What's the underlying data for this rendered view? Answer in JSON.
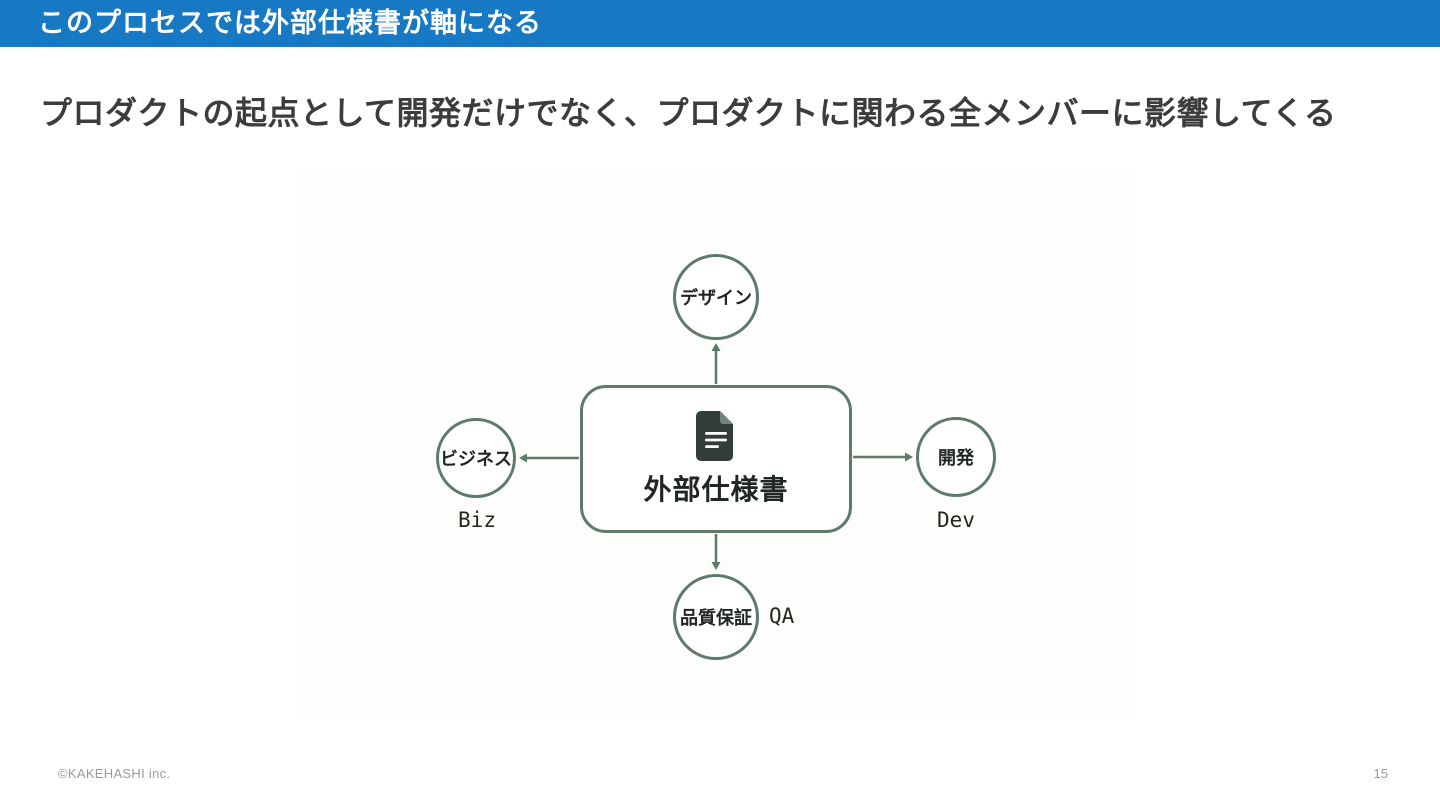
{
  "header": {
    "title": "このプロセスでは外部仕様書が軸になる"
  },
  "subtitle": "プロダクトの起点として開発だけでなく、プロダクトに関わる全メンバーに影響してくる",
  "diagram": {
    "center": {
      "label": "外部仕様書",
      "icon": "document-icon"
    },
    "nodes": [
      {
        "id": "design",
        "label": "デザイン",
        "sublabel": "",
        "position": "top"
      },
      {
        "id": "business",
        "label": "ビジネス",
        "sublabel": "Biz",
        "position": "left"
      },
      {
        "id": "dev",
        "label": "開発",
        "sublabel": "Dev",
        "position": "right"
      },
      {
        "id": "qa",
        "label": "品質保証",
        "sublabel": "QA",
        "position": "bottom"
      }
    ],
    "colors": {
      "node_stroke": "#5d7a6a",
      "node_text": "#202623"
    }
  },
  "footer": {
    "copyright": "©KAKEHASHI inc.",
    "page_number": "15"
  },
  "theme": {
    "header_blue": "#1778c4",
    "background": "#ffffff"
  }
}
